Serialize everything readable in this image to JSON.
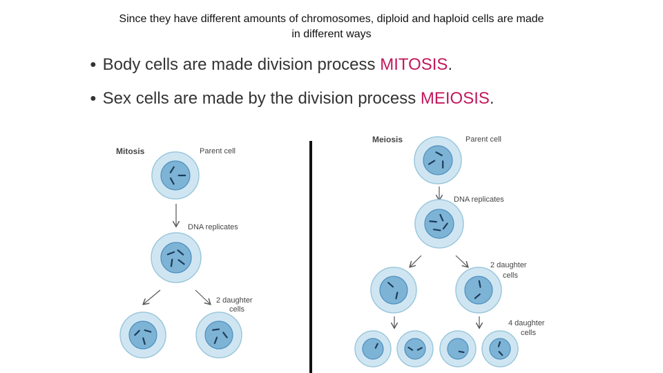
{
  "slide": {
    "title_line1": "Since they have different amounts of chromosomes, diploid and haploid cells are made",
    "title_line2": "in different ways",
    "bullets": [
      {
        "text": "Body cells are made  division process ",
        "highlight": "MITOSIS",
        "end": "."
      },
      {
        "text": "Sex cells are made by the division process ",
        "highlight": "MEIOSIS",
        "end": "."
      }
    ],
    "highlight_color": "#c2185b"
  },
  "mitosis": {
    "heading": "Mitosis",
    "parent_label": "Parent cell",
    "dna_label": "DNA replicates",
    "daughters_label_1": "2 daughter",
    "daughters_label_2": "cells"
  },
  "meiosis": {
    "heading": "Meiosis",
    "parent_label": "Parent cell",
    "dna_label": "DNA replicates",
    "daughters2_label_1": "2 daughter",
    "daughters2_label_2": "cells",
    "daughters4_label_1": "4 daughter",
    "daughters4_label_2": "cells"
  },
  "colors": {
    "cell_outer": "#cfe6f2",
    "cell_outer_stroke": "#9cc7db",
    "nucleus": "#7db3d5",
    "nucleus_stroke": "#4e8fbf",
    "chromosome": "#1d3b5a",
    "arrow": "#555555"
  }
}
